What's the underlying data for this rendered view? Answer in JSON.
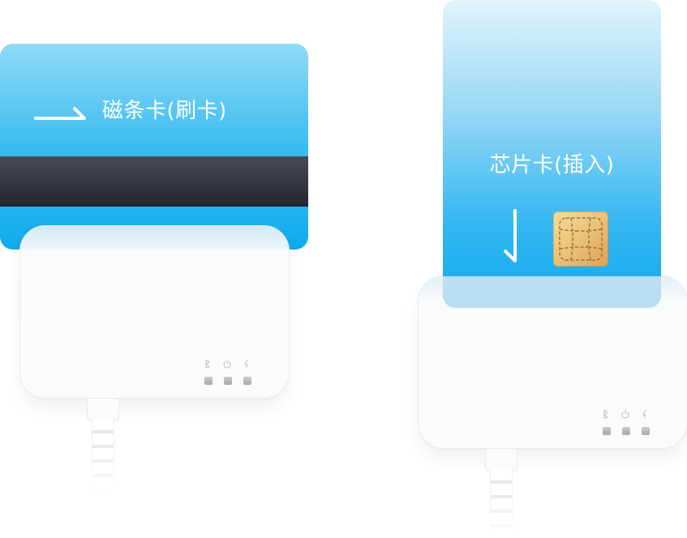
{
  "magstripe": {
    "label": "磁条卡(刷卡)",
    "arrow_icon": "swipe-right-arrow-icon"
  },
  "chip_card": {
    "label": "芯片卡(插入)",
    "arrow_icon": "down-arrow-icon",
    "chip_icon": "emv-chip-icon"
  },
  "reader": {
    "indicator_icons": [
      "bluetooth-icon",
      "power-icon",
      "charge-icon"
    ],
    "led_count": 3
  },
  "colors": {
    "card_blue": "#10aaee",
    "card_light_blue": "#8fdaf6",
    "stripe": "#2c2e36",
    "chip_gold": "#ecc47a",
    "reader_body": "#fbfbfc",
    "led_gray": "#b5b5ba"
  }
}
